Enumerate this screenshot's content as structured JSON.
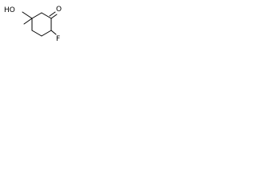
{
  "structure": {
    "atom_labels": {
      "hydroxyl": "HO",
      "carbonyl_oxygen": "O",
      "fluorine": "F"
    },
    "colors": {
      "bond": "#000000",
      "label": "#000000",
      "background": "#ffffff"
    }
  }
}
